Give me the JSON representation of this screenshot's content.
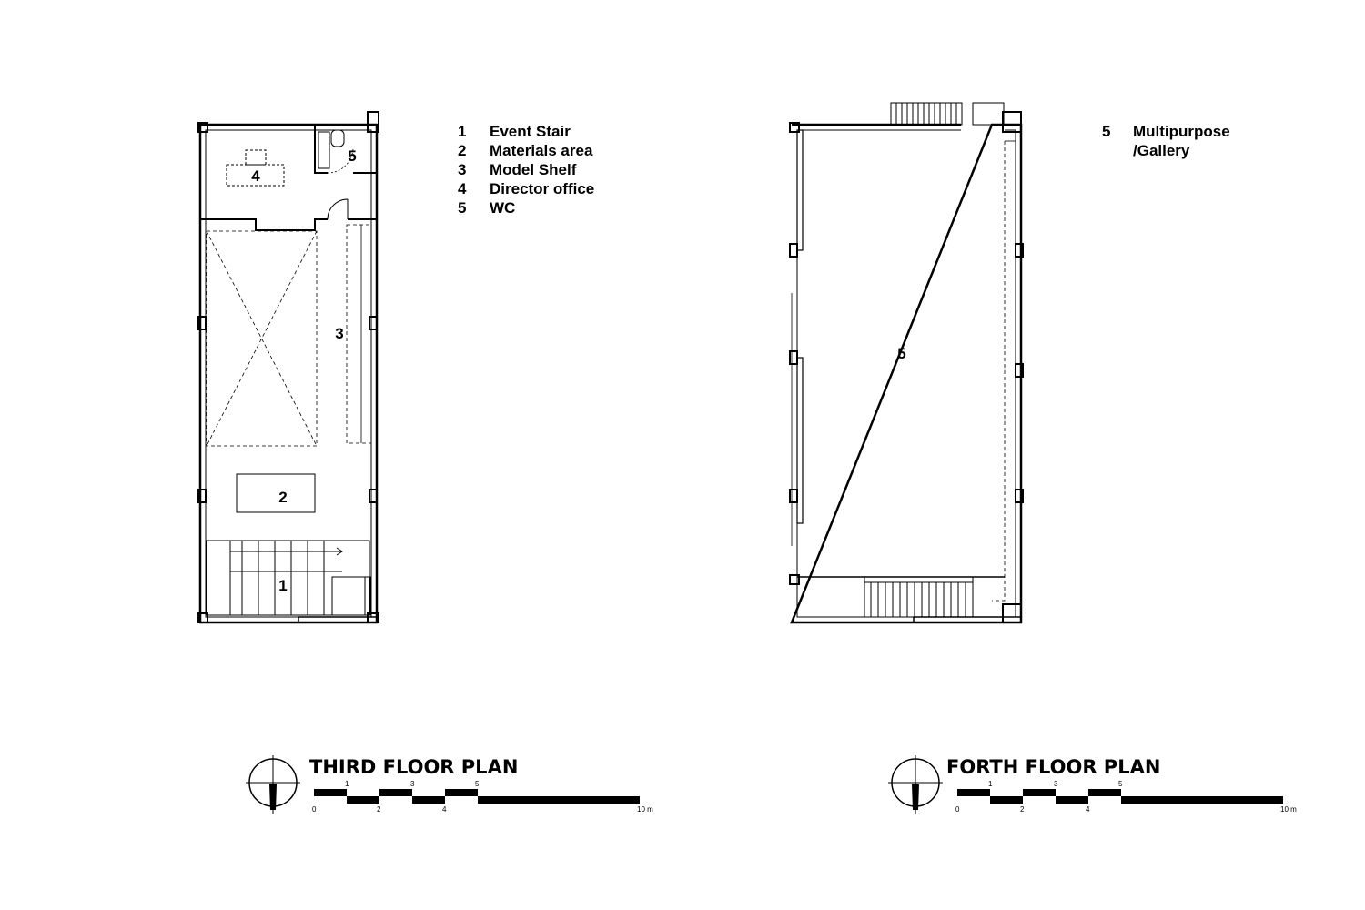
{
  "third_floor": {
    "title": "THIRD FLOOR PLAN",
    "legend": [
      {
        "num": "1",
        "name": "Event Stair"
      },
      {
        "num": "2",
        "name": "Materials area"
      },
      {
        "num": "3",
        "name": "Model Shelf"
      },
      {
        "num": "4",
        "name": "Director office"
      },
      {
        "num": "5",
        "name": "WC"
      }
    ],
    "rooms": [
      "1",
      "2",
      "3",
      "4",
      "5"
    ]
  },
  "fourth_floor": {
    "title": "FORTH FLOOR PLAN",
    "legend": [
      {
        "num": "5",
        "name": "Multipurpose",
        "name2": "/Gallery"
      }
    ],
    "rooms": [
      "5"
    ]
  },
  "scale_bar": {
    "top_ticks": [
      "1",
      "3",
      "5"
    ],
    "bottom_ticks": [
      "0",
      "2",
      "4",
      "10 m"
    ]
  }
}
